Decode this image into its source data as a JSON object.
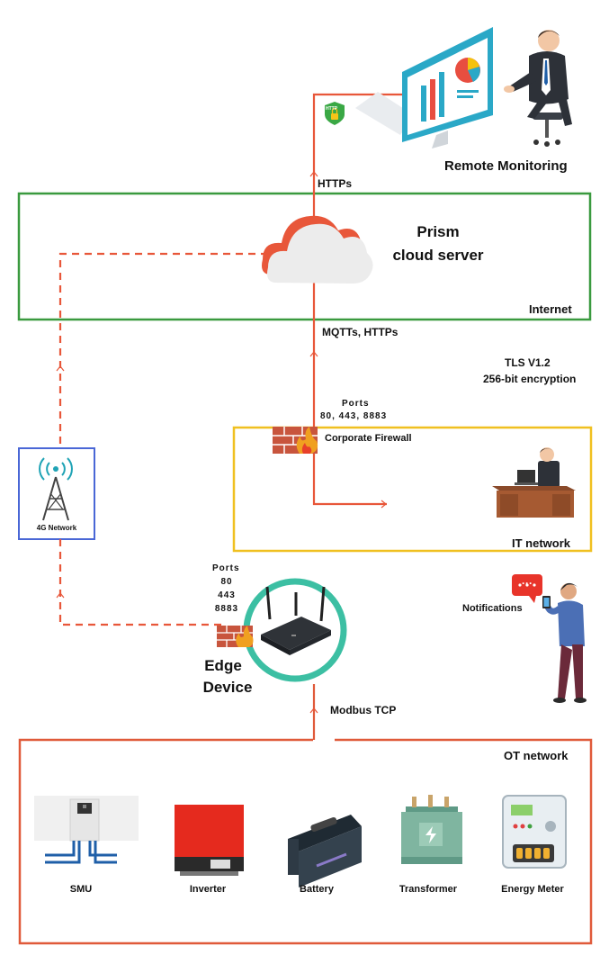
{
  "remote": {
    "label": "Remote Monitoring",
    "badge": "HTTP"
  },
  "links": {
    "https": "HTTPs",
    "mqtt": "MQTTs, HTTPs",
    "modbus": "Modbus TCP"
  },
  "cloud": {
    "line1": "Prism",
    "line2": "cloud server"
  },
  "zones": {
    "internet": "Internet",
    "it": "IT network",
    "ot": "OT network"
  },
  "tls": {
    "line1": "TLS V1.2",
    "line2": "256-bit encryption"
  },
  "firewall": {
    "ports_title": "Ports",
    "ports_values": "80, 443, 8883",
    "label": "Corporate Firewall"
  },
  "network_4g": {
    "label": "4G Network"
  },
  "edge": {
    "ports_title": "Ports",
    "ports": [
      "80",
      "443",
      "8883"
    ],
    "line1": "Edge",
    "line2": "Device"
  },
  "notifications": {
    "label": "Notifications",
    "bubble": "···"
  },
  "ot_devices": [
    {
      "label": "SMU",
      "icon": "smu-icon"
    },
    {
      "label": "Inverter",
      "icon": "inverter-icon"
    },
    {
      "label": "Battery",
      "icon": "battery-icon"
    },
    {
      "label": "Transformer",
      "icon": "transformer-icon"
    },
    {
      "label": "Energy Meter",
      "icon": "energy-meter-icon"
    }
  ],
  "colors": {
    "link": "#e8573a",
    "internet": "#3a9a3f",
    "it": "#f0c020",
    "ot": "#e05a3a",
    "cell": "#4a67d6",
    "edge_ring": "#3cbfa3"
  }
}
